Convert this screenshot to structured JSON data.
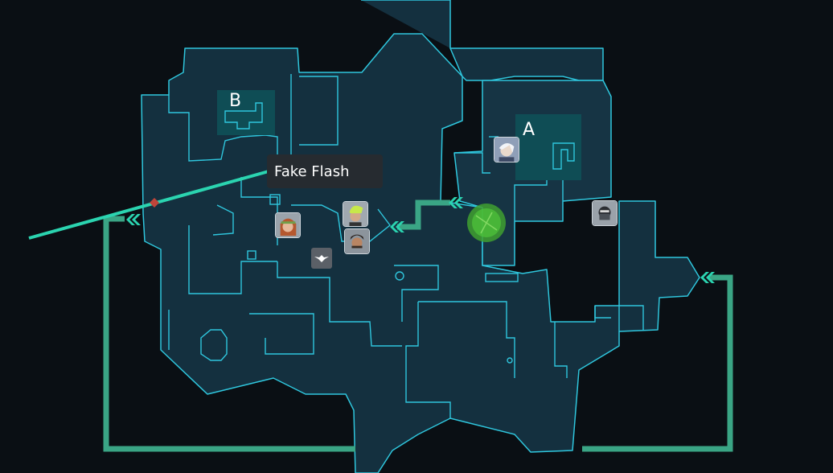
{
  "map": {
    "sites": [
      {
        "id": "b",
        "label": "B"
      },
      {
        "id": "a",
        "label": "A"
      }
    ],
    "tooltip": {
      "text": "Fake Flash"
    },
    "colors": {
      "background": "#0a0f14",
      "floor": "#14303f",
      "wall": "#2fc6dd",
      "site_zone": "#0f4d55",
      "route": "#3aa585",
      "flash_line": "#2bd4b0",
      "ability_orb": "#3fa030"
    },
    "agents": [
      {
        "id": "agent-1",
        "icon": "agent-portrait-white-hair"
      },
      {
        "id": "agent-2",
        "icon": "agent-portrait-headband"
      },
      {
        "id": "agent-3",
        "icon": "agent-portrait-green-hair"
      },
      {
        "id": "agent-4",
        "icon": "agent-portrait-dark-hair"
      },
      {
        "id": "agent-5",
        "icon": "agent-portrait-masked"
      }
    ],
    "ability_icon": "bird-flash-icon",
    "orb_icon": "smoke-orb-icon"
  }
}
